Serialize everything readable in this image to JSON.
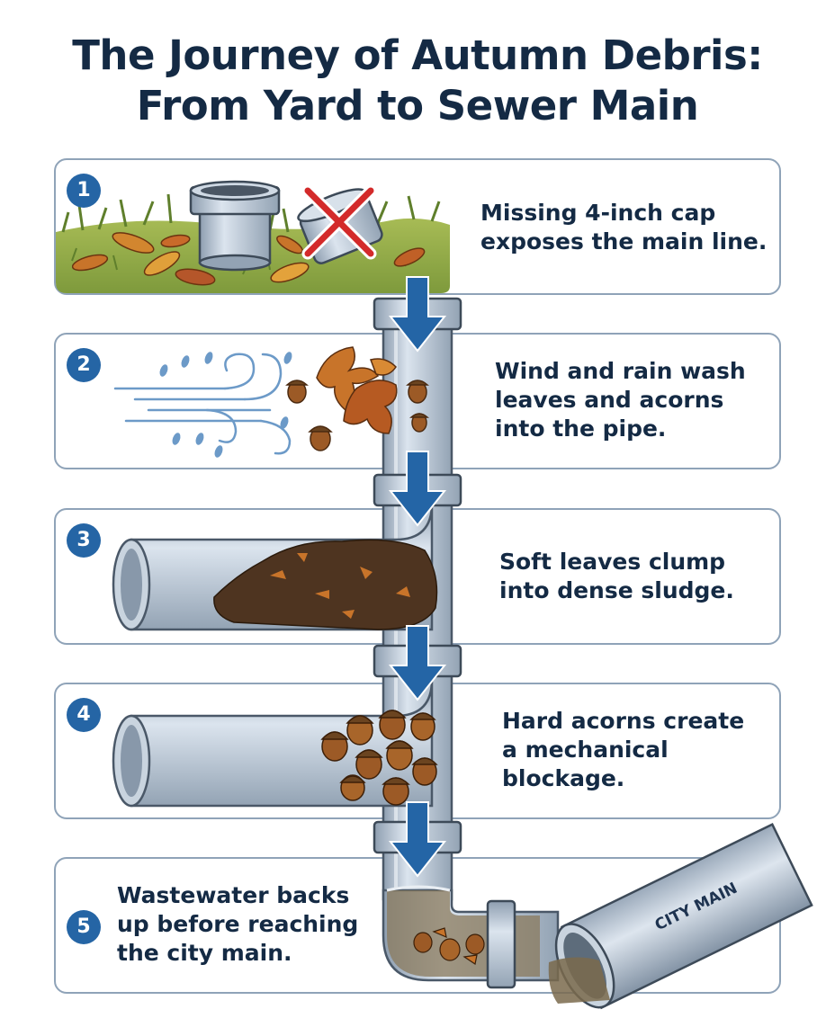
{
  "title": {
    "line1": "The Journey of Autumn Debris:",
    "line2": "From Yard to Sewer Main"
  },
  "steps": [
    {
      "number": "1",
      "line1": "Missing 4-inch cap",
      "line2": "exposes the main line."
    },
    {
      "number": "2",
      "line1": "Wind and rain wash",
      "line2": "leaves and acorns",
      "line3": "into the pipe."
    },
    {
      "number": "3",
      "line1": "Soft leaves clump",
      "line2": "into dense sludge."
    },
    {
      "number": "4",
      "line1": "Hard acorns create",
      "line2": "a mechanical",
      "line3": "blockage."
    },
    {
      "number": "5",
      "line1": "Wastewater backs",
      "line2": "up before reaching",
      "line3": "the city main."
    }
  ],
  "city_main_label": "CITY MAIN",
  "colors": {
    "title": "#142a44",
    "badge": "#2565a5",
    "panel_border": "#8fa3b8",
    "pipe": "#aebdcc",
    "arrow": "#2465a6",
    "leaf": "#c8742a",
    "acorn": "#8a4a1c",
    "grass": "#8aa443"
  }
}
